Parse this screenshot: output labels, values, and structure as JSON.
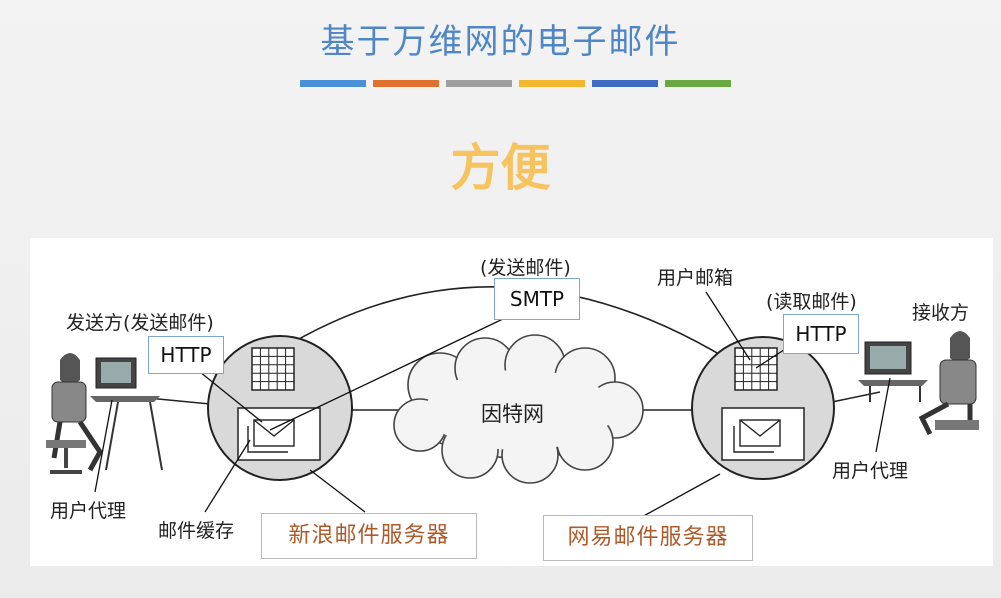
{
  "header": {
    "title": "基于万维网的电子邮件",
    "subtitle": "方便",
    "bar_colors": [
      "#4a90d9",
      "#e0702e",
      "#9e9e9e",
      "#f0b72f",
      "#3d6bbf",
      "#6aa842"
    ]
  },
  "diagram": {
    "sender_label": "发送方(发送邮件)",
    "sender_protocol": "HTTP",
    "sender_agent_label": "用户代理",
    "mail_cache_label": "邮件缓存",
    "sender_server": "新浪邮件服务器",
    "smtp_note": "(发送邮件)",
    "smtp_protocol": "SMTP",
    "internet_label": "因特网",
    "mailbox_label": "用户邮箱",
    "receiver_note": "(读取邮件)",
    "receiver_protocol": "HTTP",
    "receiver_label": "接收方",
    "receiver_agent_label": "用户代理",
    "receiver_server": "网易邮件服务器"
  },
  "icons": [
    "sender-computer-icon",
    "receiver-computer-icon",
    "mail-envelope-icon",
    "mailbox-grid-icon",
    "cloud-icon"
  ]
}
